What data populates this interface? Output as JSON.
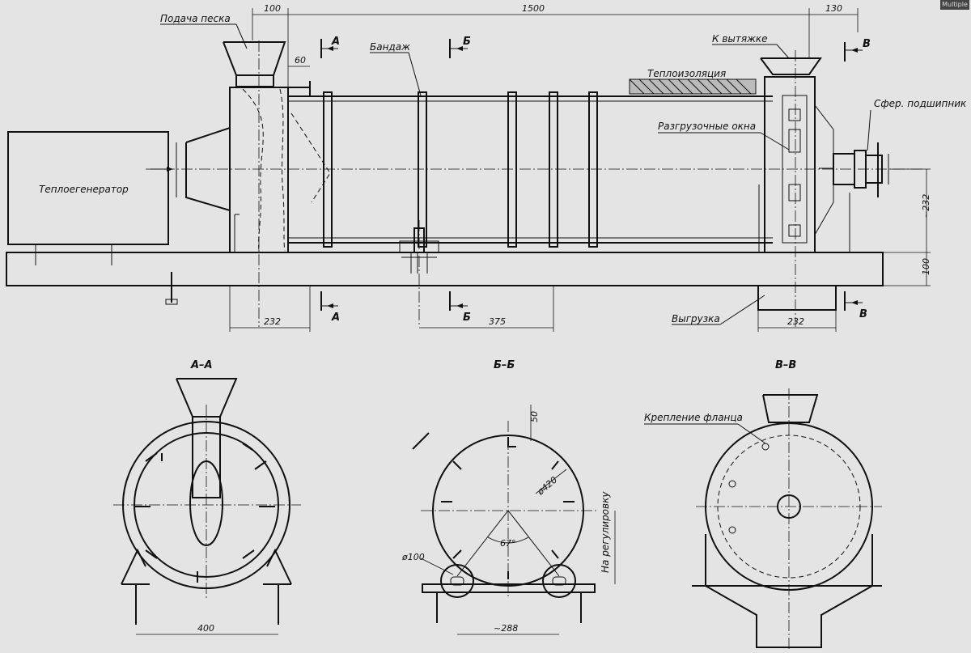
{
  "corner_badge": "Multiple",
  "labels": {
    "sand_feed": "Подача песка",
    "bandage": "Бандаж",
    "insulation": "Теплоизоляция",
    "to_exhaust": "К вытяжке",
    "sph_bearing": "Сфер. подшипник",
    "unload_windows": "Разгрузочные окна",
    "heat_generator": "Теплоегенератор",
    "unloading": "Выгрузка",
    "flange_mount": "Крепление фланца",
    "adjustable": "На регулировку"
  },
  "section_letters": {
    "a": "А",
    "b": "Б",
    "v": "В"
  },
  "section_titles": {
    "aa": "А–А",
    "bb": "Б–Б",
    "vv": "В–В"
  },
  "dimensions": {
    "d100_top": "100",
    "d1500": "1500",
    "d130": "130",
    "d60": "60",
    "d232_bottom_left": "232",
    "d375": "375",
    "d232_bottom_right": "232",
    "d232_vertical": "~232",
    "d100_vertical": "100",
    "d400": "400",
    "d50": "50",
    "d420": "ø420",
    "d67": "67°",
    "d100_roller": "ø100",
    "d288": "~288"
  }
}
